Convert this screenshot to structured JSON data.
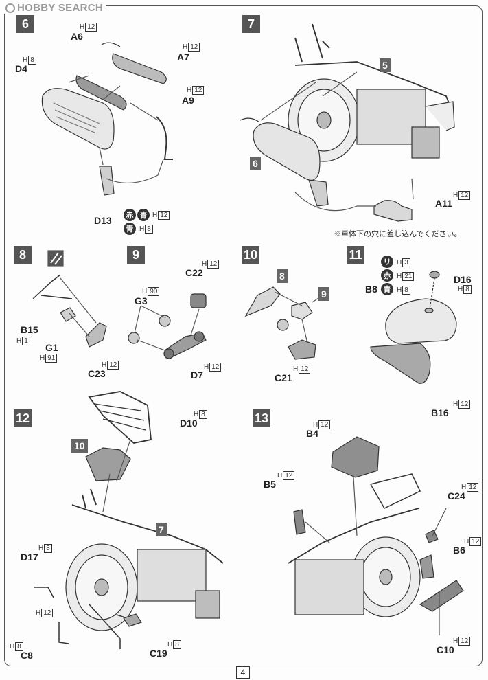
{
  "watermark": "HOBBY SEARCH",
  "page_number": "4",
  "steps": [
    "6",
    "7",
    "8",
    "9",
    "10",
    "11",
    "12",
    "13"
  ],
  "callouts": {
    "s7": "5",
    "s7b": "6",
    "s10a": "8",
    "s10b": "9",
    "s12a": "10",
    "s12b": "7"
  },
  "parts": {
    "A6": "A6",
    "A7": "A7",
    "D4": "D4",
    "A9": "A9",
    "D13": "D13",
    "A11": "A11",
    "B15": "B15",
    "G1": "G1",
    "C23": "C23",
    "G3": "G3",
    "C22": "C22",
    "D7": "D7",
    "C21": "C21",
    "B8": "B8",
    "D16": "D16",
    "B16": "B16",
    "D10": "D10",
    "D17": "D17",
    "C8": "C8",
    "C19": "C19",
    "B4": "B4",
    "B5": "B5",
    "C24": "C24",
    "B6": "B6",
    "C10": "C10"
  },
  "paint": {
    "H": "H",
    "n12": "12",
    "n8": "8",
    "n91": "91",
    "n1": "1",
    "n90": "90",
    "n3": "3",
    "n21": "21"
  },
  "colors_jp": {
    "red": "赤",
    "blue": "青",
    "ri": "リ"
  },
  "note": "※車体下の穴に差し込んでください。"
}
